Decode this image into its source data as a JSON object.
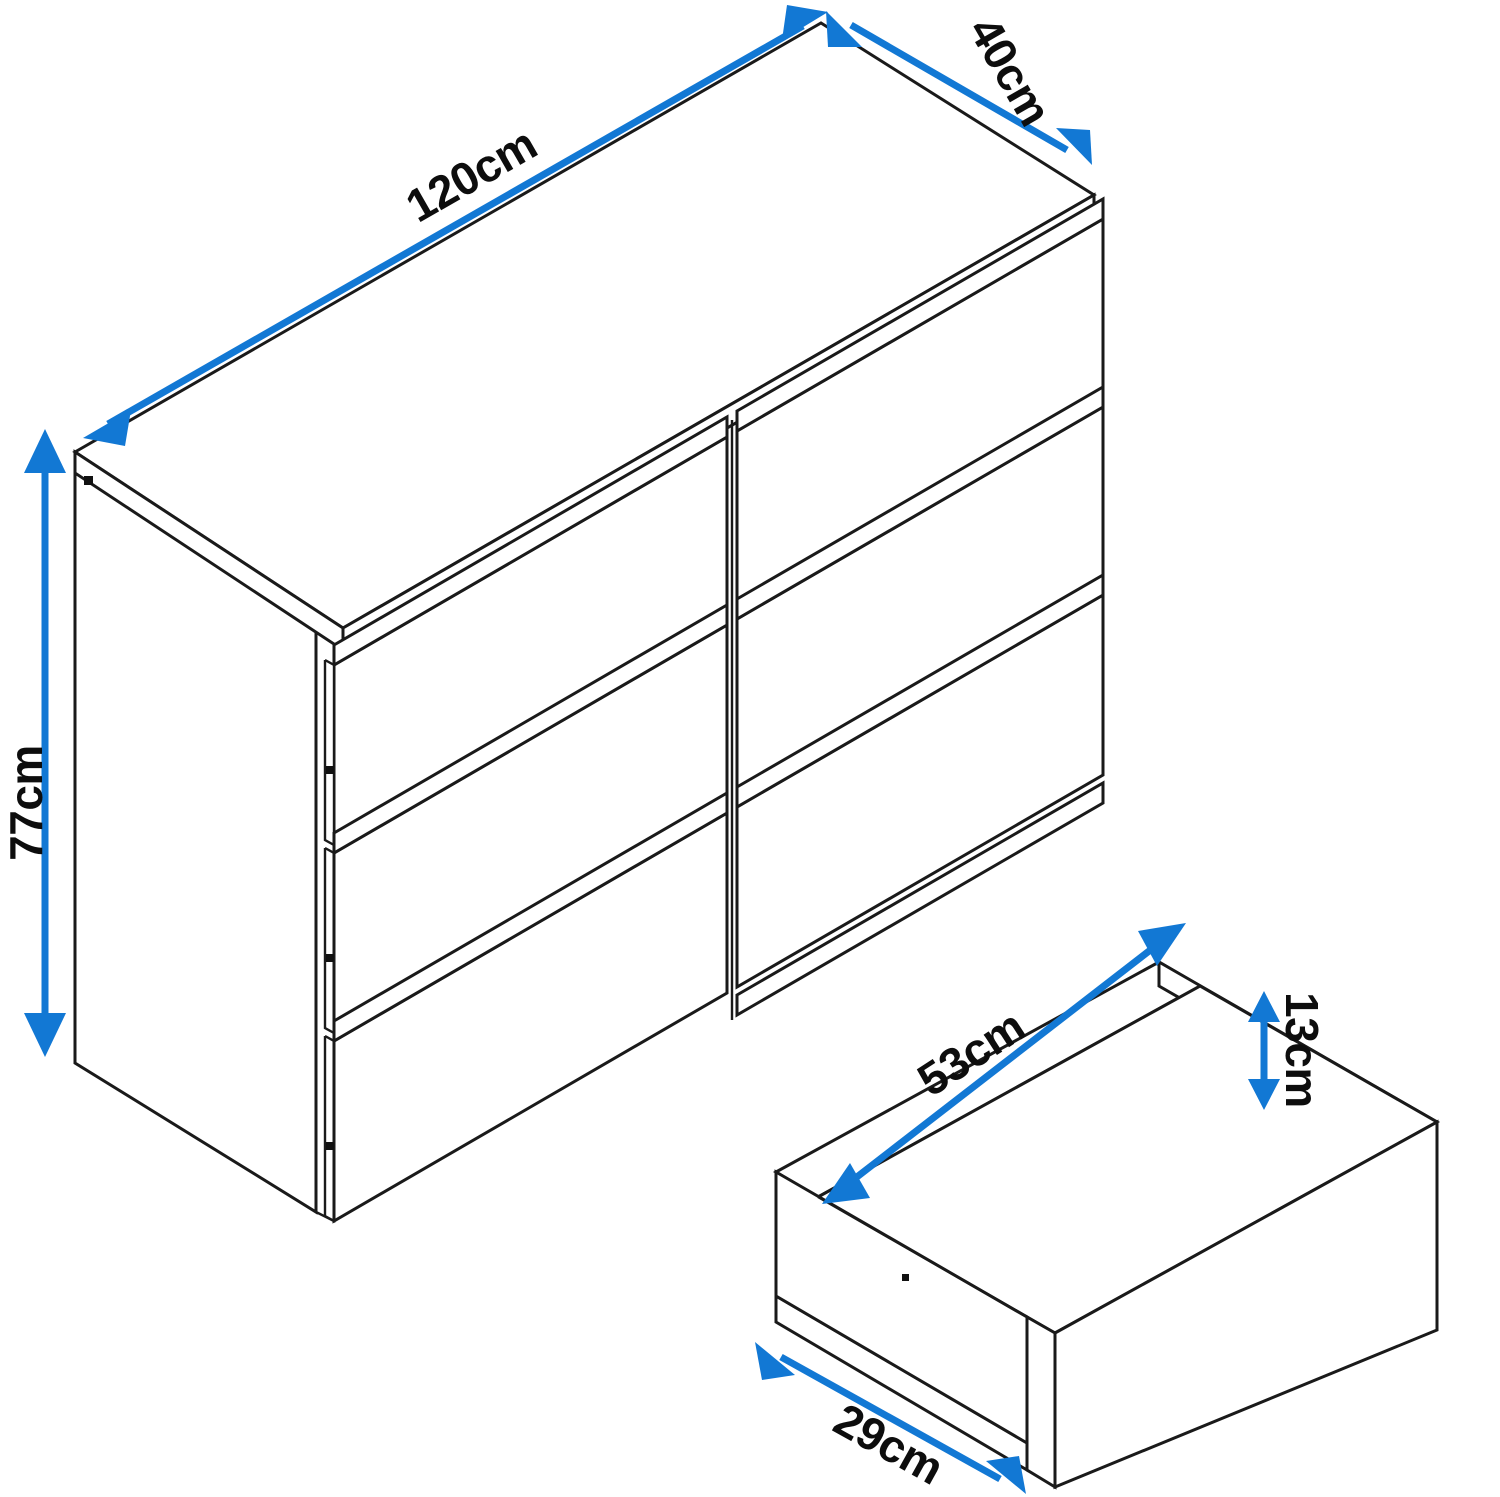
{
  "diagram": {
    "title": "Chest of Drawers Dimension Diagram",
    "type": "isometric-technical-drawing",
    "background_color": "#ffffff",
    "line_color": "#1a1a1a",
    "dimension_color": "#1278d4",
    "text_color": "#0d0d0d",
    "unit": "cm"
  },
  "objects": [
    {
      "name": "chest-of-drawers",
      "drawer_columns": 2,
      "drawer_rows": 3,
      "drawer_count": 6
    },
    {
      "name": "single-drawer-box",
      "description": "open-top drawer box with tall front panel"
    }
  ],
  "dimensions": {
    "cabinet_width": {
      "label": "120cm",
      "value": 120,
      "unit": "cm",
      "axis": "width"
    },
    "cabinet_depth": {
      "label": "40cm",
      "value": 40,
      "unit": "cm",
      "axis": "depth"
    },
    "cabinet_height": {
      "label": "77cm",
      "value": 77,
      "unit": "cm",
      "axis": "height"
    },
    "drawer_width": {
      "label": "53cm",
      "value": 53,
      "unit": "cm",
      "axis": "width"
    },
    "drawer_height": {
      "label": "13cm",
      "value": 13,
      "unit": "cm",
      "axis": "height"
    },
    "drawer_depth": {
      "label": "29cm",
      "value": 29,
      "unit": "cm",
      "axis": "depth"
    }
  }
}
